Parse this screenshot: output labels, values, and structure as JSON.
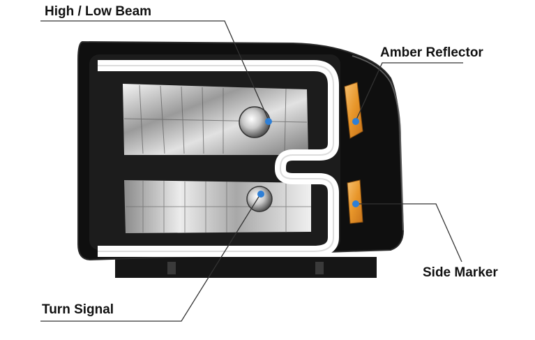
{
  "callouts": {
    "high_low_beam": "High / Low Beam",
    "amber_reflector": "Amber Reflector",
    "side_marker": "Side Marker",
    "turn_signal": "Turn Signal"
  },
  "colors": {
    "housing": "#111111",
    "bezel": "#1c1c1c",
    "led_bar": "#ffffff",
    "amber": "#e8a23a",
    "chrome": "#c9c9c9",
    "marker_dot": "#2e7fd6",
    "leader_line": "#333333"
  }
}
